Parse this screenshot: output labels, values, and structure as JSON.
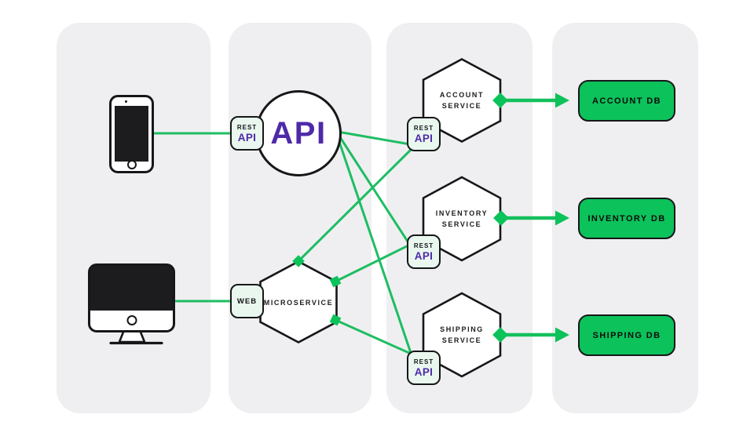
{
  "colors": {
    "connector_green": "#1EBD62",
    "accent_green": "#0CC25A",
    "badge_mint": "#E9F7EF",
    "panel_gray": "#EFEFF1",
    "brand_purple": "#4E2AA9",
    "outline_black": "#17171a"
  },
  "icons": {
    "phone": "smartphone-icon",
    "desktop": "desktop-monitor-icon"
  },
  "gateway": {
    "title": "API"
  },
  "badges": {
    "rest_top": "REST",
    "rest_bottom": "API",
    "web": "WEB"
  },
  "microservice": {
    "label": "MICROSERVICE"
  },
  "services": {
    "account": {
      "line1": "ACCOUNT",
      "line2": "SERVICE",
      "db": "ACCOUNT DB"
    },
    "inventory": {
      "line1": "INVENTORY",
      "line2": "SERVICE",
      "db": "INVENTORY DB"
    },
    "shipping": {
      "line1": "SHIPPING",
      "line2": "SERVICE",
      "db": "SHIPPING DB"
    }
  },
  "edges": [
    {
      "from": "mobile-client",
      "to": "api-gateway-rest-badge",
      "arrow": false
    },
    {
      "from": "desktop-client",
      "to": "microservice-web-badge",
      "arrow": false
    },
    {
      "from": "api-gateway",
      "to": "account-service-rest-badge",
      "arrow": false
    },
    {
      "from": "api-gateway",
      "to": "inventory-service-rest-badge",
      "arrow": false
    },
    {
      "from": "api-gateway",
      "to": "shipping-service-rest-badge",
      "arrow": false
    },
    {
      "from": "microservice",
      "to": "account-service-rest-badge",
      "arrow": false
    },
    {
      "from": "microservice",
      "to": "inventory-service-rest-badge",
      "arrow": false
    },
    {
      "from": "microservice",
      "to": "shipping-service-rest-badge",
      "arrow": false
    },
    {
      "from": "account-service",
      "to": "account-db",
      "arrow": true
    },
    {
      "from": "inventory-service",
      "to": "inventory-db",
      "arrow": true
    },
    {
      "from": "shipping-service",
      "to": "shipping-db",
      "arrow": true
    }
  ]
}
